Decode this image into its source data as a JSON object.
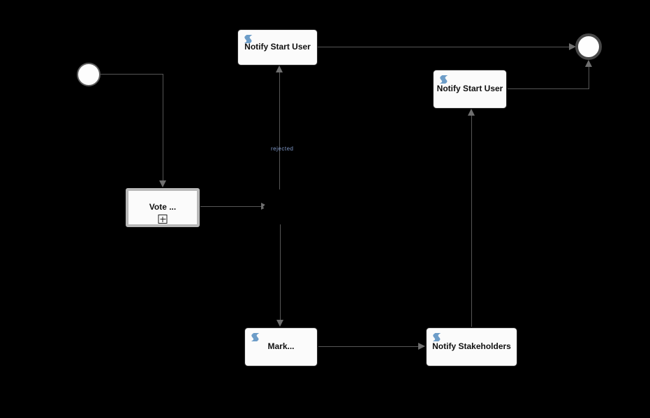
{
  "diagram": {
    "title": "BPMN process diagram",
    "background_color": "#000000",
    "palette": {
      "task_fill": "#fbfbfb",
      "task_border": "#2e2e2e",
      "subprocess_border": "#b8b8b8",
      "flow_line": "#575757",
      "arrowhead": "#6f6f6f",
      "script_icon_blue": "#6d9dc8",
      "flow_label_blue": "#7e97c7"
    },
    "nodes": {
      "start_event": {
        "kind": "start-event"
      },
      "vote": {
        "label": "Vote ...",
        "marker_icon": "plus-expand-marker"
      },
      "notify_start_user_top": {
        "label": "Notify Start User",
        "type_icon": "script-icon"
      },
      "notify_start_user_right": {
        "label": "Notify Start User",
        "type_icon": "script-icon"
      },
      "mark": {
        "label": "Mark...",
        "type_icon": "script-icon"
      },
      "notify_stakeholders": {
        "label": "Notify Stakeholders",
        "type_icon": "script-icon"
      },
      "gateway": {
        "kind": "gateway"
      },
      "end_event": {
        "kind": "end-event"
      }
    },
    "flows": {
      "rejected_label": "rejected"
    }
  }
}
